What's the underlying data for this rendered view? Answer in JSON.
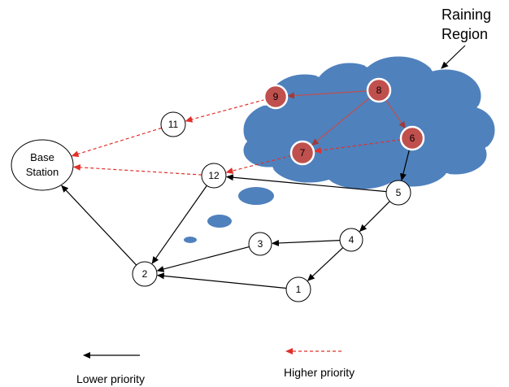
{
  "region": {
    "line1": "Raining",
    "line2": "Region"
  },
  "base_station": {
    "line1": "Base",
    "line2": "Station"
  },
  "nodes": [
    {
      "id": "1",
      "label": "1",
      "raining": false
    },
    {
      "id": "2",
      "label": "2",
      "raining": false
    },
    {
      "id": "3",
      "label": "3",
      "raining": false
    },
    {
      "id": "4",
      "label": "4",
      "raining": false
    },
    {
      "id": "5",
      "label": "5",
      "raining": false
    },
    {
      "id": "6",
      "label": "6",
      "raining": true
    },
    {
      "id": "7",
      "label": "7",
      "raining": true
    },
    {
      "id": "8",
      "label": "8",
      "raining": true
    },
    {
      "id": "9",
      "label": "9",
      "raining": true
    },
    {
      "id": "11",
      "label": "11",
      "raining": false
    },
    {
      "id": "12",
      "label": "12",
      "raining": false
    }
  ],
  "edges": [
    {
      "from": "8",
      "to": "9",
      "priority": "in-region"
    },
    {
      "from": "8",
      "to": "7",
      "priority": "in-region"
    },
    {
      "from": "8",
      "to": "6",
      "priority": "in-region"
    },
    {
      "from": "6",
      "to": "7",
      "priority": "high"
    },
    {
      "from": "7",
      "to": "12",
      "priority": "high"
    },
    {
      "from": "9",
      "to": "11",
      "priority": "high"
    },
    {
      "from": "11",
      "to": "base",
      "priority": "high"
    },
    {
      "from": "12",
      "to": "base",
      "priority": "high"
    },
    {
      "from": "6",
      "to": "5",
      "priority": "low"
    },
    {
      "from": "5",
      "to": "12",
      "priority": "low"
    },
    {
      "from": "5",
      "to": "4",
      "priority": "low"
    },
    {
      "from": "4",
      "to": "3",
      "priority": "low"
    },
    {
      "from": "4",
      "to": "1",
      "priority": "low"
    },
    {
      "from": "3",
      "to": "2",
      "priority": "low"
    },
    {
      "from": "1",
      "to": "2",
      "priority": "low"
    },
    {
      "from": "12",
      "to": "2",
      "priority": "low"
    },
    {
      "from": "2",
      "to": "base",
      "priority": "low"
    }
  ],
  "legend": {
    "lower": "Lower priority",
    "higher": "Higher priority"
  },
  "colors": {
    "cloud": "#4f81bd",
    "cloud_edge": "#ffffff",
    "raining_node": "#c0504d",
    "high_priority": "#e0302a",
    "in_region_edge": "#c0504d",
    "low_priority": "#000000"
  }
}
